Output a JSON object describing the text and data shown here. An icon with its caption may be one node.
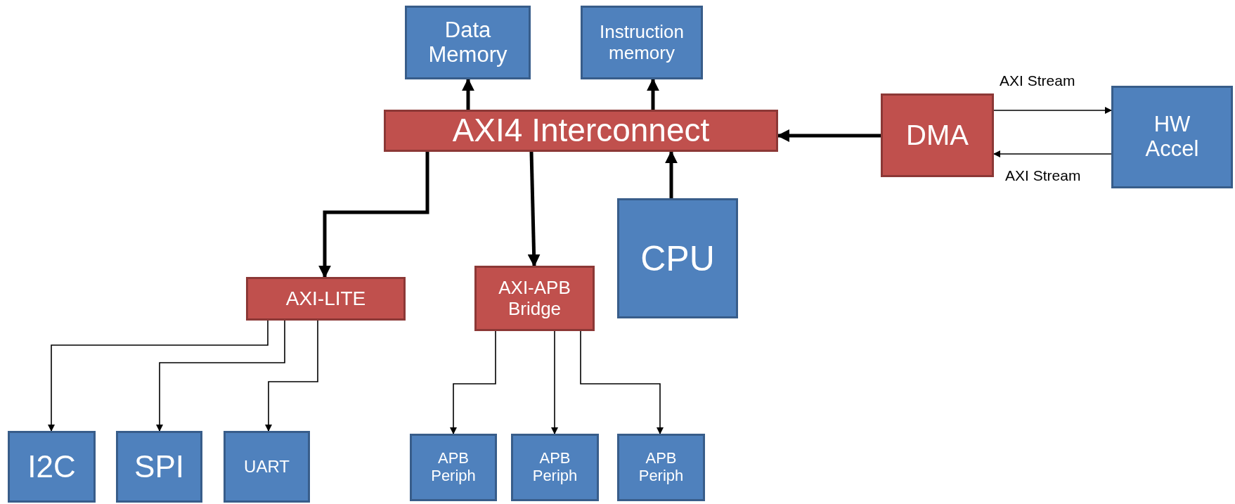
{
  "diagram": {
    "nodes": [
      {
        "text": [
          "Data Memory"
        ]
      },
      {
        "text": [
          "Instruction memory"
        ]
      },
      {
        "text": [
          "AXI4 Interconnect"
        ]
      },
      {
        "text": [
          "DMA"
        ]
      },
      {
        "text": [
          "HW Accel"
        ]
      },
      {
        "text": [
          "CPU"
        ]
      },
      {
        "text": [
          "AXI-LITE"
        ]
      },
      {
        "text": [
          "AXI-APB Bridge"
        ]
      },
      {
        "text": [
          "I2C"
        ]
      },
      {
        "text": [
          "SPI"
        ]
      },
      {
        "text": [
          "UART"
        ]
      },
      {
        "text": [
          "APB Periph"
        ]
      },
      {
        "text": [
          "APB Periph"
        ]
      },
      {
        "text": [
          "APB Periph"
        ]
      }
    ],
    "edges": [
      {
        "from": 2,
        "to": 0,
        "arrow": "to",
        "style": "thick"
      },
      {
        "from": 2,
        "to": 1,
        "arrow": "to",
        "style": "thick"
      },
      {
        "from": 3,
        "to": 2,
        "arrow": "to",
        "style": "thick"
      },
      {
        "from": 5,
        "to": 2,
        "arrow": "to",
        "style": "thick"
      },
      {
        "from": 2,
        "to": 6,
        "arrow": "to",
        "style": "thick"
      },
      {
        "from": 2,
        "to": 7,
        "arrow": "to",
        "style": "thick"
      },
      {
        "from": 3,
        "to": 4,
        "arrow": "to",
        "label": "AXI Stream"
      },
      {
        "from": 4,
        "to": 3,
        "arrow": "to",
        "label": "AXI Stream"
      },
      {
        "from": 6,
        "to": 8,
        "arrow": "to"
      },
      {
        "from": 6,
        "to": 9,
        "arrow": "to"
      },
      {
        "from": 6,
        "to": 10,
        "arrow": "to"
      },
      {
        "from": 7,
        "to": 11,
        "arrow": "to"
      },
      {
        "from": 7,
        "to": 12,
        "arrow": "to"
      },
      {
        "from": 7,
        "to": 13,
        "arrow": "to"
      }
    ]
  }
}
